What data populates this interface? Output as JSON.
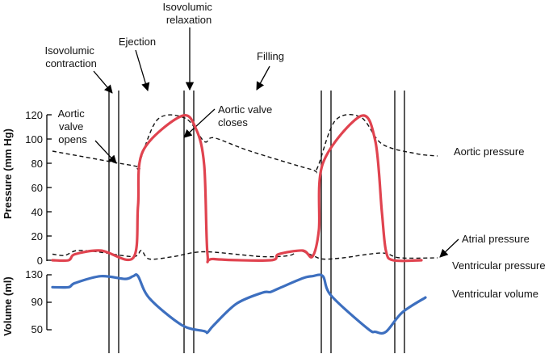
{
  "labels": {
    "isovolumic_contraction": [
      "Isovolumic",
      "contraction"
    ],
    "ejection": "Ejection",
    "isovolumic_relaxation": [
      "Isovolumic",
      "relaxation"
    ],
    "filling": "Filling",
    "aortic_valve_opens": [
      "Aortic",
      "valve",
      "opens"
    ],
    "aortic_valve_closes": [
      "Aortic valve",
      "closes"
    ],
    "aortic_pressure": "Aortic pressure",
    "atrial_pressure": "Atrial pressure",
    "ventricular_pressure": "Ventricular pressure",
    "ventricular_volume": "Ventricular volume"
  },
  "axes": {
    "pressure_title": "Pressure (mm Hg)",
    "volume_title": "Volume (ml)",
    "pressure_ticks": [
      "120",
      "100",
      "80",
      "60",
      "40",
      "20",
      "0"
    ],
    "volume_ticks": [
      "130",
      "90",
      "50"
    ]
  },
  "colors": {
    "ventricular_pressure": "#e0434f",
    "ventricular_volume": "#3d6fbf",
    "aortic_pressure": "#111111",
    "atrial_pressure": "#111111",
    "lines": "#000000"
  },
  "chart_data": {
    "type": "line",
    "x_unit": "none",
    "series": [
      {
        "name": "Aortic pressure",
        "style": "dashed",
        "points": [
          [
            0,
            90
          ],
          [
            100,
            78
          ],
          [
            106,
            78
          ],
          [
            130,
            116
          ],
          [
            165,
            117
          ],
          [
            188,
            98
          ],
          [
            200,
            101
          ],
          [
            245,
            90
          ],
          [
            320,
            75
          ],
          [
            328,
            76
          ],
          [
            350,
            115
          ],
          [
            382,
            118
          ],
          [
            408,
            96
          ],
          [
            450,
            88
          ],
          [
            477,
            86
          ]
        ]
      },
      {
        "name": "Atrial pressure",
        "style": "dashed",
        "points": [
          [
            0,
            5
          ],
          [
            15,
            4
          ],
          [
            30,
            8
          ],
          [
            55,
            7
          ],
          [
            100,
            3
          ],
          [
            110,
            8
          ],
          [
            120,
            1
          ],
          [
            150,
            3
          ],
          [
            188,
            7
          ],
          [
            260,
            3
          ],
          [
            294,
            4
          ],
          [
            305,
            8
          ],
          [
            322,
            4
          ],
          [
            335,
            1
          ],
          [
            360,
            2
          ],
          [
            408,
            6
          ],
          [
            430,
            2
          ],
          [
            477,
            2
          ]
        ]
      },
      {
        "name": "Ventricular pressure",
        "style": "solid",
        "points": [
          [
            0,
            0
          ],
          [
            20,
            0
          ],
          [
            28,
            5
          ],
          [
            60,
            8
          ],
          [
            100,
            2
          ],
          [
            106,
            45
          ],
          [
            112,
            90
          ],
          [
            160,
            119
          ],
          [
            178,
            108
          ],
          [
            188,
            78
          ],
          [
            192,
            5
          ],
          [
            200,
            1
          ],
          [
            270,
            0
          ],
          [
            280,
            5
          ],
          [
            310,
            8
          ],
          [
            322,
            3
          ],
          [
            330,
            25
          ],
          [
            335,
            80
          ],
          [
            382,
            119
          ],
          [
            400,
            98
          ],
          [
            408,
            40
          ],
          [
            413,
            8
          ],
          [
            422,
            0
          ],
          [
            457,
            0
          ]
        ]
      },
      {
        "name": "Ventricular volume",
        "style": "solid",
        "points": [
          [
            0,
            112
          ],
          [
            20,
            112
          ],
          [
            28,
            118
          ],
          [
            60,
            128
          ],
          [
            90,
            124
          ],
          [
            100,
            128
          ],
          [
            106,
            128
          ],
          [
            120,
            96
          ],
          [
            160,
            57
          ],
          [
            188,
            48
          ],
          [
            192,
            46
          ],
          [
            200,
            57
          ],
          [
            228,
            88
          ],
          [
            260,
            104
          ],
          [
            270,
            105
          ],
          [
            280,
            110
          ],
          [
            310,
            125
          ],
          [
            322,
            128
          ],
          [
            335,
            128
          ],
          [
            345,
            100
          ],
          [
            390,
            52
          ],
          [
            400,
            47
          ],
          [
            413,
            47
          ],
          [
            433,
            75
          ],
          [
            462,
            97
          ]
        ]
      }
    ]
  }
}
